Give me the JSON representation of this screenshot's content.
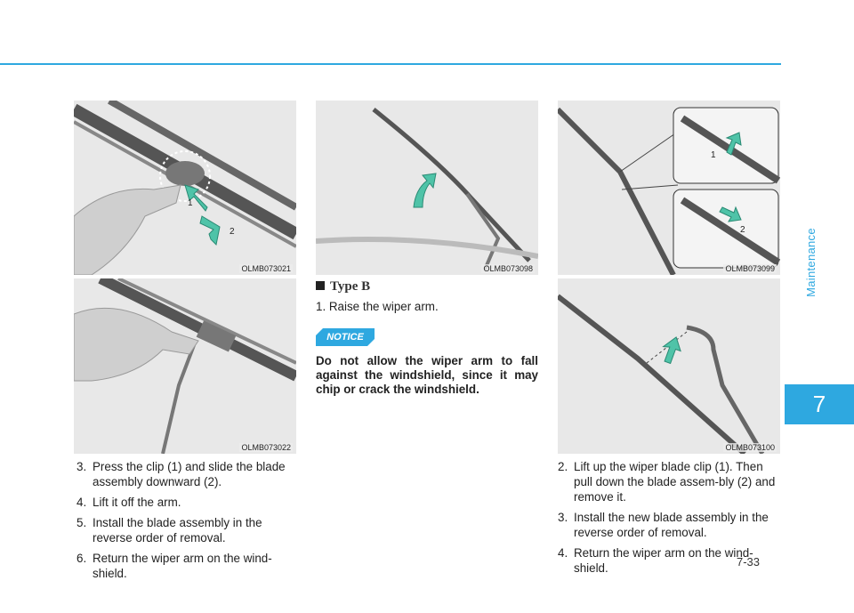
{
  "sidebar": {
    "section": "Maintenance",
    "chapter": "7"
  },
  "figures": {
    "fig1": "OLMB073021",
    "fig2": "OLMB073022",
    "fig3": "OLMB073098",
    "fig4": "OLMB073099",
    "fig5": "OLMB073100"
  },
  "callouts": {
    "one": "1",
    "two": "2"
  },
  "left_steps": [
    {
      "num": "3.",
      "text": "Press the clip (1) and slide the blade assembly downward (2)."
    },
    {
      "num": "4.",
      "text": "Lift it off the arm."
    },
    {
      "num": "5.",
      "text": "Install the blade assembly in the reverse order of removal."
    },
    {
      "num": "6.",
      "text": "Return the wiper arm on the wind-shield."
    }
  ],
  "middle": {
    "type_heading": "Type B",
    "step1": "1. Raise the wiper arm.",
    "notice_label": "NOTICE",
    "notice_text": "Do not allow the wiper arm to fall against the windshield, since it may chip or crack the windshield."
  },
  "right_steps": [
    {
      "num": "2.",
      "text": "Lift up the wiper blade clip (1). Then pull down the blade assem-bly (2) and remove it."
    },
    {
      "num": "3.",
      "text": "Install the new blade assembly in the reverse order of removal."
    },
    {
      "num": "4.",
      "text": "Return the wiper arm on the wind-shield."
    }
  ],
  "page_number": "7-33",
  "colors": {
    "accent": "#2ea8e0",
    "arrow": "#4fc3a8"
  }
}
